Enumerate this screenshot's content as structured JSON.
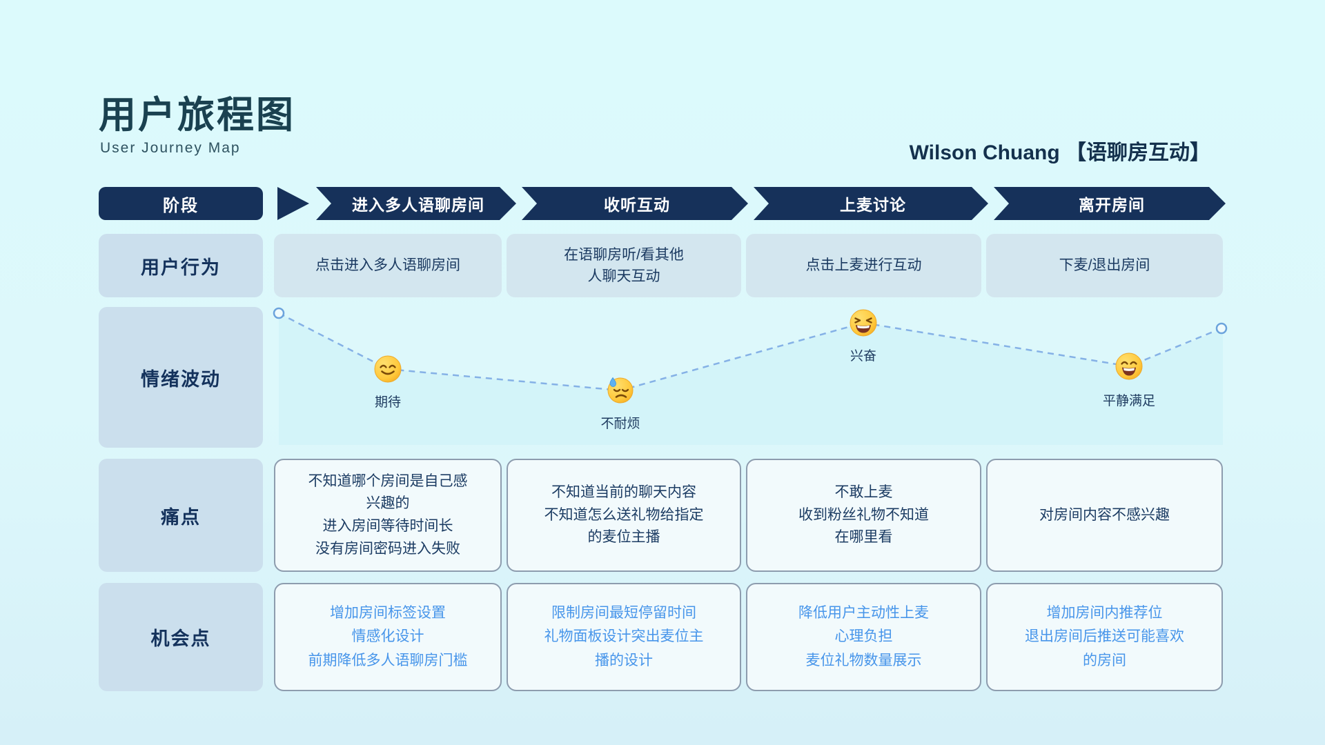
{
  "title": {
    "zh": "用户旅程图",
    "en": "User Journey Map"
  },
  "author": "Wilson Chuang 【语聊房互动】",
  "header": {
    "stage_label": "阶段",
    "stages": [
      "进入多人语聊房间",
      "收听互动",
      "上麦讨论",
      "离开房间"
    ]
  },
  "rows": {
    "behavior": {
      "label": "用户行为",
      "cells": [
        "点击进入多人语聊房间",
        "在语聊房听/看其他\n人聊天互动",
        "点击上麦进行互动",
        "下麦/退出房间"
      ]
    },
    "emotion": {
      "label": "情绪波动",
      "points": [
        {
          "emoji": "smiling-face-with-smiling-eyes",
          "label": "期待"
        },
        {
          "emoji": "downcast-face-with-sweat",
          "label": "不耐烦"
        },
        {
          "emoji": "grinning-squinting-face",
          "label": "兴奋"
        },
        {
          "emoji": "grinning-face-with-smiling-eyes",
          "label": "平静满足"
        }
      ],
      "curve_levels": [
        95,
        55,
        39,
        87,
        56,
        84
      ]
    },
    "pain": {
      "label": "痛点",
      "cells": [
        "不知道哪个房间是自己感\n兴趣的\n进入房间等待时间长\n没有房间密码进入失败",
        "不知道当前的聊天内容\n不知道怎么送礼物给指定\n的麦位主播",
        "不敢上麦\n收到粉丝礼物不知道\n在哪里看",
        "对房间内容不感兴趣"
      ]
    },
    "opportunity": {
      "label": "机会点",
      "cells": [
        "增加房间标签设置\n情感化设计\n前期降低多人语聊房门槛",
        "限制房间最短停留时间\n礼物面板设计突出麦位主\n播的设计",
        "降低用户主动性上麦\n心理负担\n麦位礼物数量展示",
        "增加房间内推荐位\n退出房间后推送可能喜欢\n的房间"
      ]
    }
  },
  "colors": {
    "bg_top": "#dcfafc",
    "bg_bottom": "#d6f0f8",
    "navy": "#16315a",
    "title": "#1a4150",
    "label_bg": "#cbdfed",
    "cell_bg": "#d3e6ef",
    "card_bg": "#f2fafc",
    "card_border": "#8d9cae",
    "text_navy": "#1c3c63",
    "opp_blue": "#4795ea",
    "chart_fill": "#d3f4f9",
    "line_blue": "#85b1e6"
  }
}
